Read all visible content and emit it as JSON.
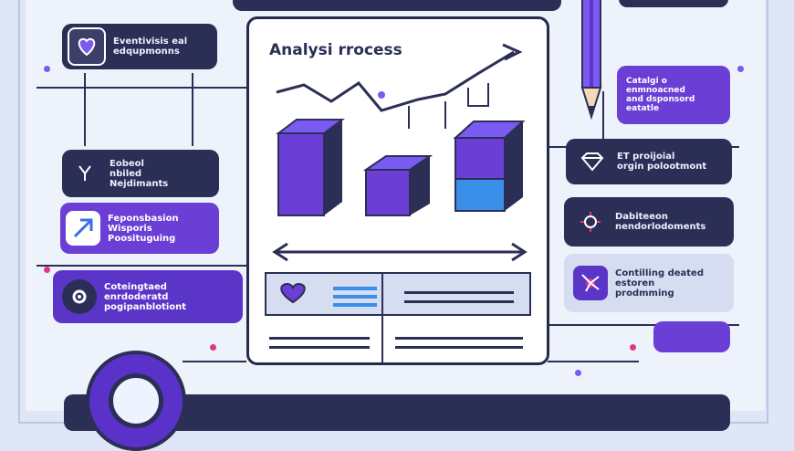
{
  "document": {
    "title": "Analysi rrocess"
  },
  "cards": {
    "left1": "Eventivisis eal\nedqupmonns",
    "left2": "Eobeol\nnbiled\nNejdimants",
    "left3": "Feponsbasion\nWisporis\nPoosituguing",
    "left4": "Coteingtaed\nenrdoderatd\npogipanblotiont",
    "right1": "Catalgi o\nenmnoacned\nand dsponsord\neatatle",
    "right2": "ET proijoial\norgin polootmont",
    "right3": "Dabiteeon\nnendorlodoments",
    "right4": "Contilling deated\nestoren\nprodmming"
  },
  "icons": {
    "left1": "heart-icon",
    "left2": "merge-icon",
    "left3": "arrow-diagonal-icon",
    "left4": "gear-icon",
    "right2": "diamond-icon",
    "right3": "sparkle-icon",
    "right4": "network-icon",
    "doc_row": "heart-icon"
  },
  "colors": {
    "dark": "#2b2f55",
    "purple": "#6b3fd6",
    "violet": "#7a5af0",
    "blue": "#3a8fe8",
    "pink": "#e0378a"
  }
}
